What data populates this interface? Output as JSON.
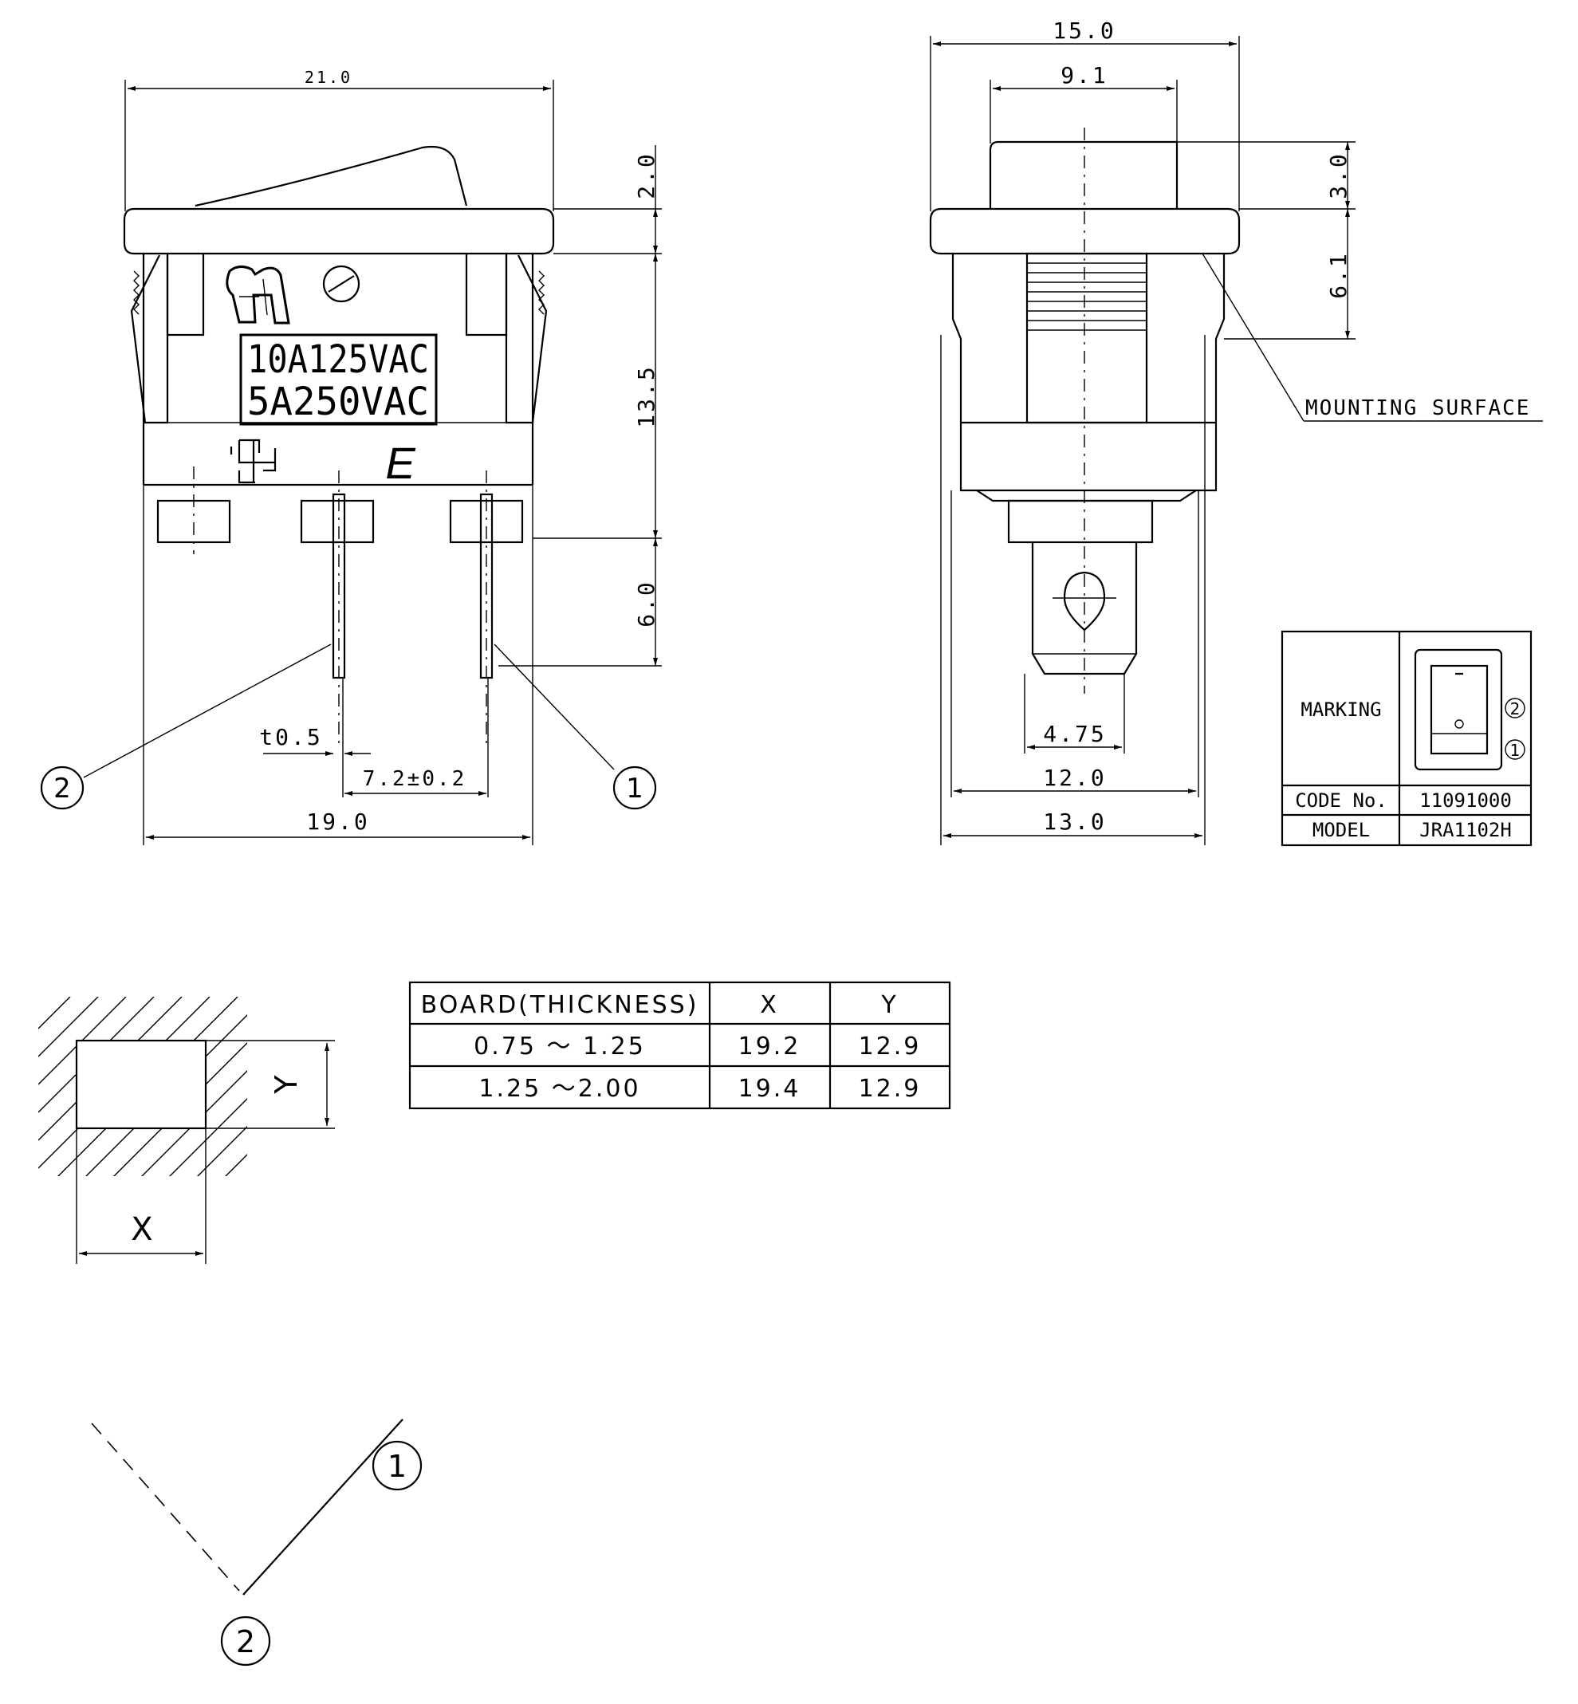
{
  "front_view": {
    "dims": {
      "width_21": "21.0",
      "height_2": "2.0",
      "height_13_5": "13.5",
      "height_6": "6.0",
      "pin_thickness": "t0.5",
      "pin_pitch": "7.2±0.2",
      "width_19": "19.0"
    },
    "rating_line1": "10A125VAC",
    "rating_line2": "5A250VAC",
    "mark_e": "E",
    "terminal_labels": [
      "1",
      "2"
    ]
  },
  "side_view": {
    "dims": {
      "width_15": "15.0",
      "width_9_1": "9.1",
      "height_3": "3.0",
      "height_6_1": "6.1",
      "width_4_75": "4.75",
      "width_12": "12.0",
      "width_13": "13.0"
    },
    "mounting_surface": "MOUNTING SURFACE"
  },
  "marking_table": {
    "marking_label": "MARKING",
    "code_label": "CODE No.",
    "code_value": "11091000",
    "model_label": "MODEL",
    "model_value": "JRA1102H",
    "terminal_1": "1",
    "terminal_2": "2"
  },
  "panel_cutout": {
    "x_label": "X",
    "y_label": "Y"
  },
  "board_table": {
    "headers": [
      "BOARD(THICKNESS)",
      "X",
      "Y"
    ],
    "rows": [
      [
        "0.75 ～ 1.25",
        "19.2",
        "12.9"
      ],
      [
        "1.25 ～2.00",
        "19.4",
        "12.9"
      ]
    ]
  },
  "circuit": {
    "terminal_1": "1",
    "terminal_2": "2"
  }
}
